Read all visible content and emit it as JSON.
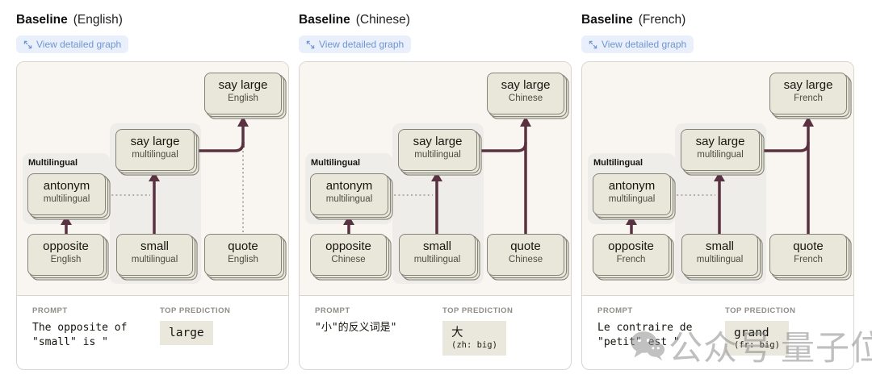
{
  "colors": {
    "arrow_strong": "#5a3140",
    "wire_weak": "#9b9b93",
    "node_fill": "#e9e7da",
    "node_border": "#83837a",
    "region_fill": "#efedea",
    "diagram_bg": "#f9f6f1",
    "link_bg": "#e9effb",
    "link_text": "#7096d2",
    "prediction_bg": "#eae8dd"
  },
  "icons": {
    "link_icon": "expand-diagonal-arrows",
    "watermark_icon": "wechat-bubbles"
  },
  "watermark": {
    "text_1": "公众号",
    "text_2": "量子位"
  },
  "panels": [
    {
      "title": "Baseline",
      "language_label": "(English)",
      "link_label": "View detailed graph",
      "region_label": "Multilingual",
      "connections": {
        "opposite_to_antonym": "solid-arrow",
        "small_to_say_large_multilingual": "solid-arrow",
        "say_large_multilingual_to_say_large_language": "solid-arrow",
        "quote_to_say_large_language": "dotted",
        "antonym_to_small_path": "dotted"
      },
      "nodes": {
        "say_large_lang": {
          "title": "say large",
          "subtitle": "English"
        },
        "say_large_multi": {
          "title": "say large",
          "subtitle": "multilingual"
        },
        "antonym": {
          "title": "antonym",
          "subtitle": "multilingual"
        },
        "opposite": {
          "title": "opposite",
          "subtitle": "English"
        },
        "small": {
          "title": "small",
          "subtitle": "multilingual"
        },
        "quote": {
          "title": "quote",
          "subtitle": "English"
        }
      },
      "readout": {
        "prompt_label": "PROMPT",
        "prompt_text": "The opposite of\n\"small\" is \"",
        "prediction_label": "TOP PREDICTION",
        "prediction": "large",
        "prediction_gloss": ""
      }
    },
    {
      "title": "Baseline",
      "language_label": "(Chinese)",
      "link_label": "View detailed graph",
      "region_label": "Multilingual",
      "connections": {
        "opposite_to_antonym": "solid-arrow",
        "small_to_say_large_multilingual": "solid-arrow",
        "say_large_multilingual_to_say_large_language": "solid-arrow",
        "quote_to_say_large_language": "solid-arrow",
        "antonym_to_small_path": "dotted"
      },
      "nodes": {
        "say_large_lang": {
          "title": "say large",
          "subtitle": "Chinese"
        },
        "say_large_multi": {
          "title": "say large",
          "subtitle": "multilingual"
        },
        "antonym": {
          "title": "antonym",
          "subtitle": "multilingual"
        },
        "opposite": {
          "title": "opposite",
          "subtitle": "Chinese"
        },
        "small": {
          "title": "small",
          "subtitle": "multilingual"
        },
        "quote": {
          "title": "quote",
          "subtitle": "Chinese"
        }
      },
      "readout": {
        "prompt_label": "PROMPT",
        "prompt_text": "\"小\"的反义词是\"",
        "prediction_label": "TOP PREDICTION",
        "prediction": "大",
        "prediction_gloss": "(zh: big)"
      }
    },
    {
      "title": "Baseline",
      "language_label": "(French)",
      "link_label": "View detailed graph",
      "region_label": "Multilingual",
      "connections": {
        "opposite_to_antonym": "solid-arrow",
        "small_to_say_large_multilingual": "solid-arrow",
        "say_large_multilingual_to_say_large_language": "solid-arrow",
        "quote_to_say_large_language": "solid-arrow",
        "antonym_to_small_path": "dotted"
      },
      "nodes": {
        "say_large_lang": {
          "title": "say large",
          "subtitle": "French"
        },
        "say_large_multi": {
          "title": "say large",
          "subtitle": "multilingual"
        },
        "antonym": {
          "title": "antonym",
          "subtitle": "multilingual"
        },
        "opposite": {
          "title": "opposite",
          "subtitle": "French"
        },
        "small": {
          "title": "small",
          "subtitle": "multilingual"
        },
        "quote": {
          "title": "quote",
          "subtitle": "French"
        }
      },
      "readout": {
        "prompt_label": "PROMPT",
        "prompt_text": "Le contraire de\n\"petit\" est \"",
        "prediction_label": "TOP PREDICTION",
        "prediction": "grand",
        "prediction_gloss": "(fr: big)"
      }
    }
  ]
}
